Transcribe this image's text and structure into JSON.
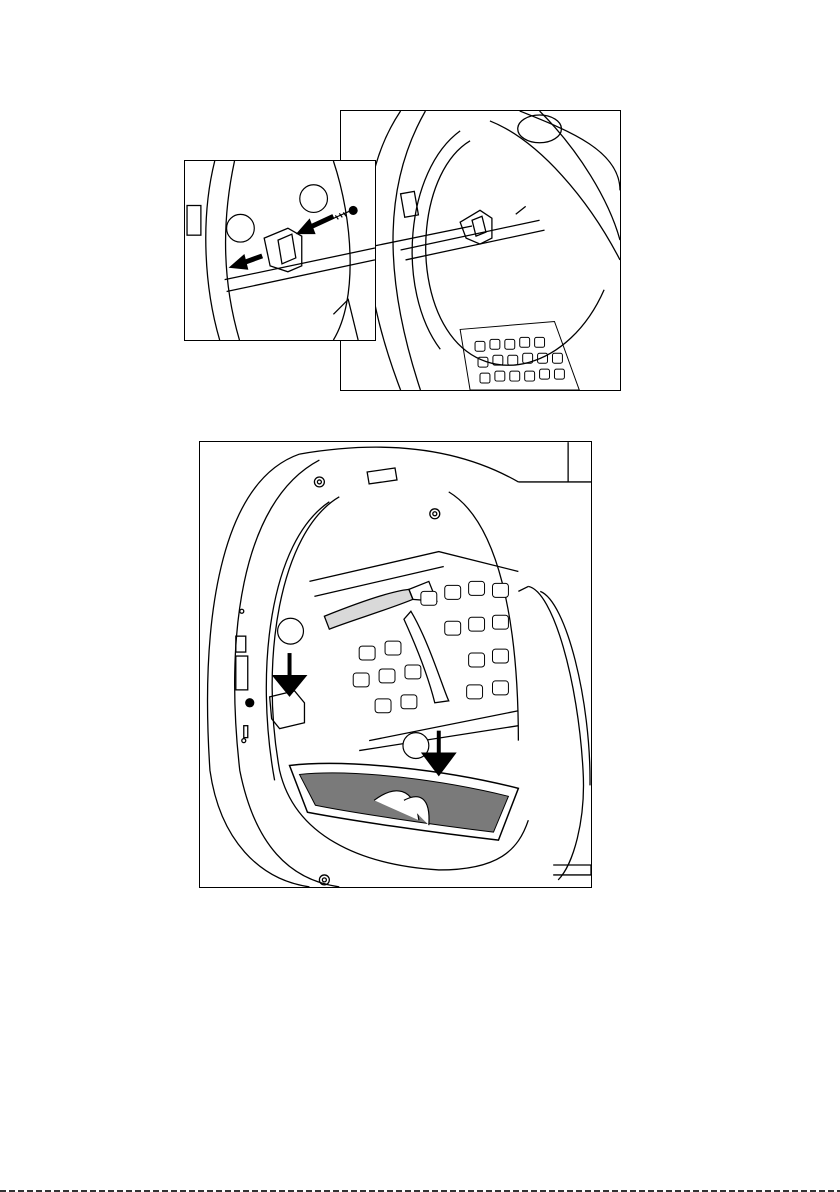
{
  "figures": {
    "top_right": {
      "view": "door-opening-hinge-detail"
    },
    "top_left": {
      "view": "hinge-removal-zoom",
      "callouts": [
        "",
        ""
      ]
    },
    "bottom": {
      "view": "filter-and-door-removal",
      "callouts": [
        "",
        ""
      ]
    }
  },
  "colors": {
    "line": "#000000",
    "fill": "#ffffff",
    "shade": "#d9d9d9",
    "arrow": "#000000"
  },
  "icons": [
    "arrow-left-icon",
    "arrow-down-icon",
    "screw-icon",
    "callout-circle-icon"
  ]
}
